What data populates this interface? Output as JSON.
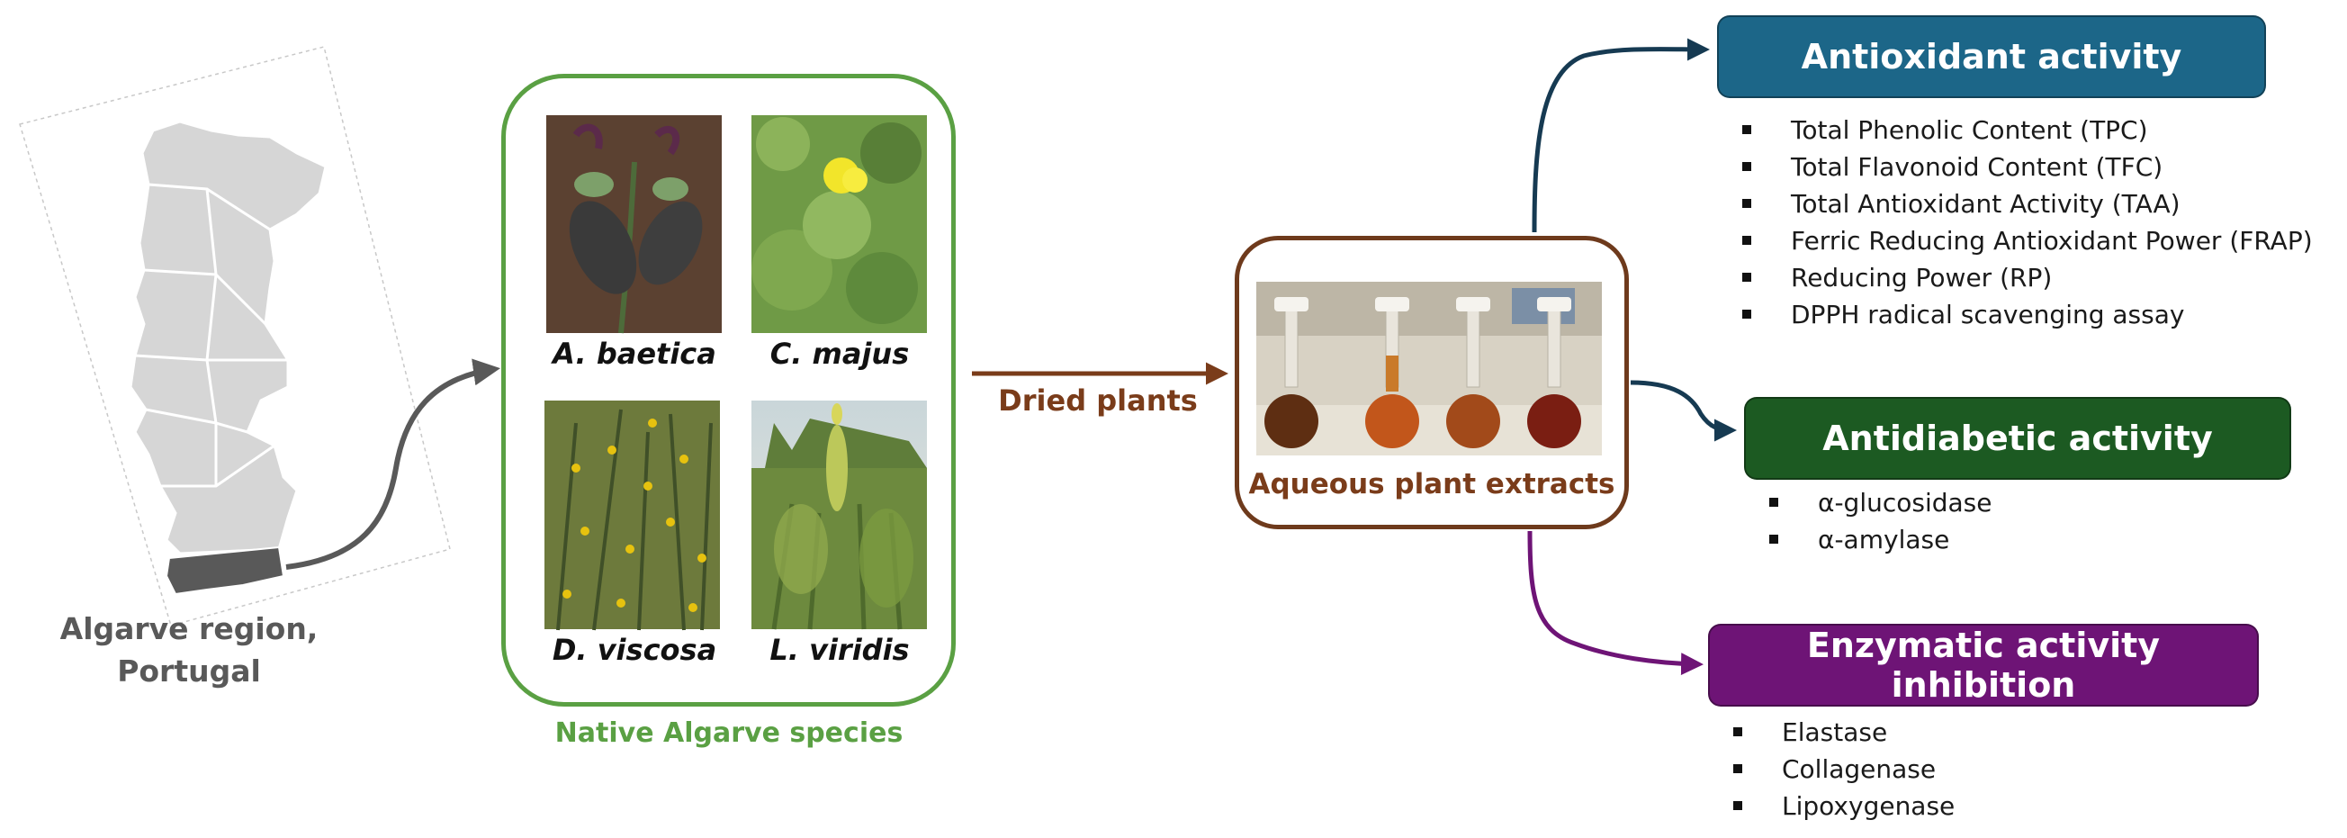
{
  "map": {
    "label_line1": "Algarve region,",
    "label_line2": "Portugal"
  },
  "species": {
    "items": [
      {
        "name": "A. baetica",
        "photo": "plant-photo-a-baetica"
      },
      {
        "name": "C. majus",
        "photo": "plant-photo-c-majus"
      },
      {
        "name": "D. viscosa",
        "photo": "plant-photo-d-viscosa"
      },
      {
        "name": "L. viridis",
        "photo": "plant-photo-l-viridis"
      }
    ],
    "caption": "Native Algarve species"
  },
  "process": {
    "dried_label": "Dried plants",
    "extract_label": "Aqueous plant extracts"
  },
  "activities": {
    "antioxidant": {
      "title": "Antioxidant activity",
      "color": "#1c6688",
      "items": [
        "Total Phenolic Content (TPC)",
        "Total Flavonoid Content (TFC)",
        "Total Antioxidant Activity (TAA)",
        "Ferric Reducing Antioxidant Power (FRAP)",
        "Reducing Power (RP)",
        "DPPH radical scavenging assay"
      ]
    },
    "antidiabetic": {
      "title": "Antidiabetic activity",
      "color": "#1c5a22",
      "items": [
        "α-glucosidase",
        "α-amylase"
      ]
    },
    "enzymatic": {
      "title": "Enzymatic activity inhibition",
      "color": "#6e1476",
      "items": [
        "Elastase",
        "Collagenase",
        "Lipoxygenase"
      ]
    }
  },
  "colors": {
    "species_green": "#5aa043",
    "extract_brown": "#6e3a1c",
    "map_gray": "#d6d6d6",
    "algarve_dark": "#595959"
  }
}
